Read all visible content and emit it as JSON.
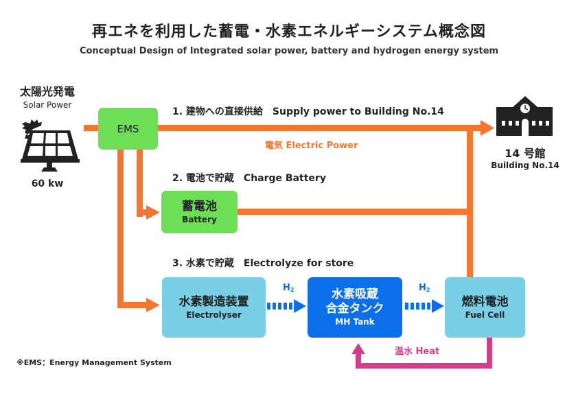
{
  "header": {
    "title": "再エネを利用した蓄電・水素エネルギーシステム概念図",
    "subtitle": "Conceptual Design of Integrated solar power, battery and hydrogen energy system"
  },
  "solar": {
    "label_jp": "太陽光発電",
    "label_en": "Solar Power",
    "capacity": "60 kw",
    "icon": "solar-panel-icon"
  },
  "ems": {
    "label": "EMS"
  },
  "building": {
    "label_jp": "14 号館",
    "label_en": "Building No.14",
    "icon": "school-building-icon"
  },
  "steps": [
    {
      "label": "1. 建物への直接供給　Supply power to Building No.14"
    },
    {
      "label": "2. 電池で貯蔵　Charge Battery"
    },
    {
      "label": "3. 水素で貯蔵　Electrolyze for store"
    }
  ],
  "flow_labels": {
    "electric": "電気 Electric Power",
    "heat": "温水 Heat",
    "h2_main": "H",
    "h2_sub": "2"
  },
  "components": {
    "battery": {
      "jp": "蓄電池",
      "en": "Battery"
    },
    "electrolyser": {
      "jp": "水素製造装置",
      "en": "Electrolyser"
    },
    "mh_tank": {
      "jp1": "水素吸蔵",
      "jp2": "合金タンク",
      "en": "MH Tank"
    },
    "fuel_cell": {
      "jp": "燃料電池",
      "en": "Fuel Cell"
    }
  },
  "footnote": "※EMS：Energy Management System",
  "colors": {
    "power": "#f47530",
    "heat": "#d33d8a",
    "hydrogen": "#0a6fe8",
    "green_box": "#6ddf57",
    "light_blue_box": "#79cfe6",
    "dark_blue_box": "#0a6fe8"
  }
}
